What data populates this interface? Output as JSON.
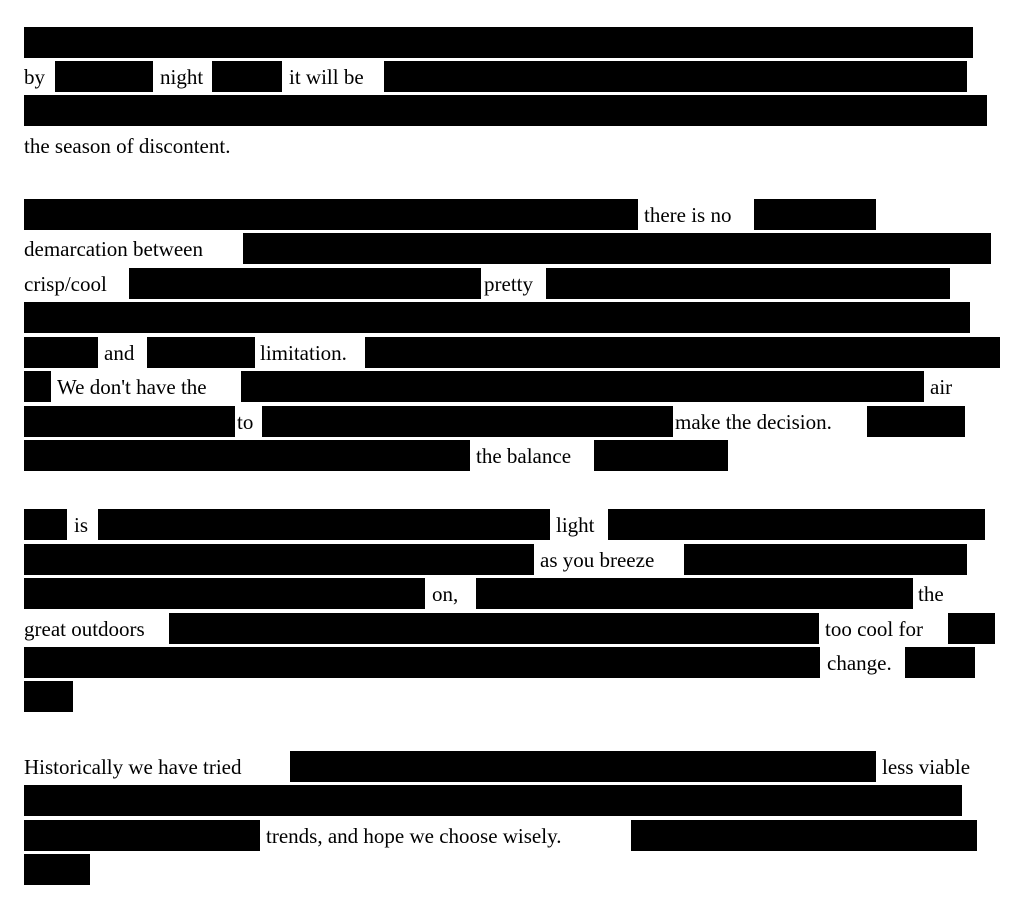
{
  "document": {
    "stanzas": [
      {
        "lines": [
          {
            "words": []
          },
          {
            "words": [
              "by",
              "night",
              "it will be"
            ]
          },
          {
            "words": []
          },
          {
            "words": [
              "the season of discontent."
            ]
          }
        ]
      },
      {
        "lines": [
          {
            "words": [
              "there is no"
            ]
          },
          {
            "words": [
              "demarcation between"
            ]
          },
          {
            "words": [
              "crisp/cool",
              "pretty"
            ]
          },
          {
            "words": []
          },
          {
            "words": [
              "and",
              "limitation."
            ]
          },
          {
            "words": [
              "We don't have the",
              "air"
            ]
          },
          {
            "words": [
              "to",
              "make the decision."
            ]
          },
          {
            "words": [
              "the balance"
            ]
          }
        ]
      },
      {
        "lines": [
          {
            "words": [
              "is",
              "light"
            ]
          },
          {
            "words": [
              "as you breeze"
            ]
          },
          {
            "words": [
              "on,",
              "the"
            ]
          },
          {
            "words": [
              "great outdoors",
              "too cool for"
            ]
          },
          {
            "words": [
              "change."
            ]
          },
          {
            "words": []
          }
        ]
      },
      {
        "lines": [
          {
            "words": [
              "Historically we have tried",
              "less viable"
            ]
          },
          {
            "words": []
          },
          {
            "words": [
              "trends, and hope we choose wisely."
            ]
          },
          {
            "words": []
          }
        ]
      }
    ]
  }
}
